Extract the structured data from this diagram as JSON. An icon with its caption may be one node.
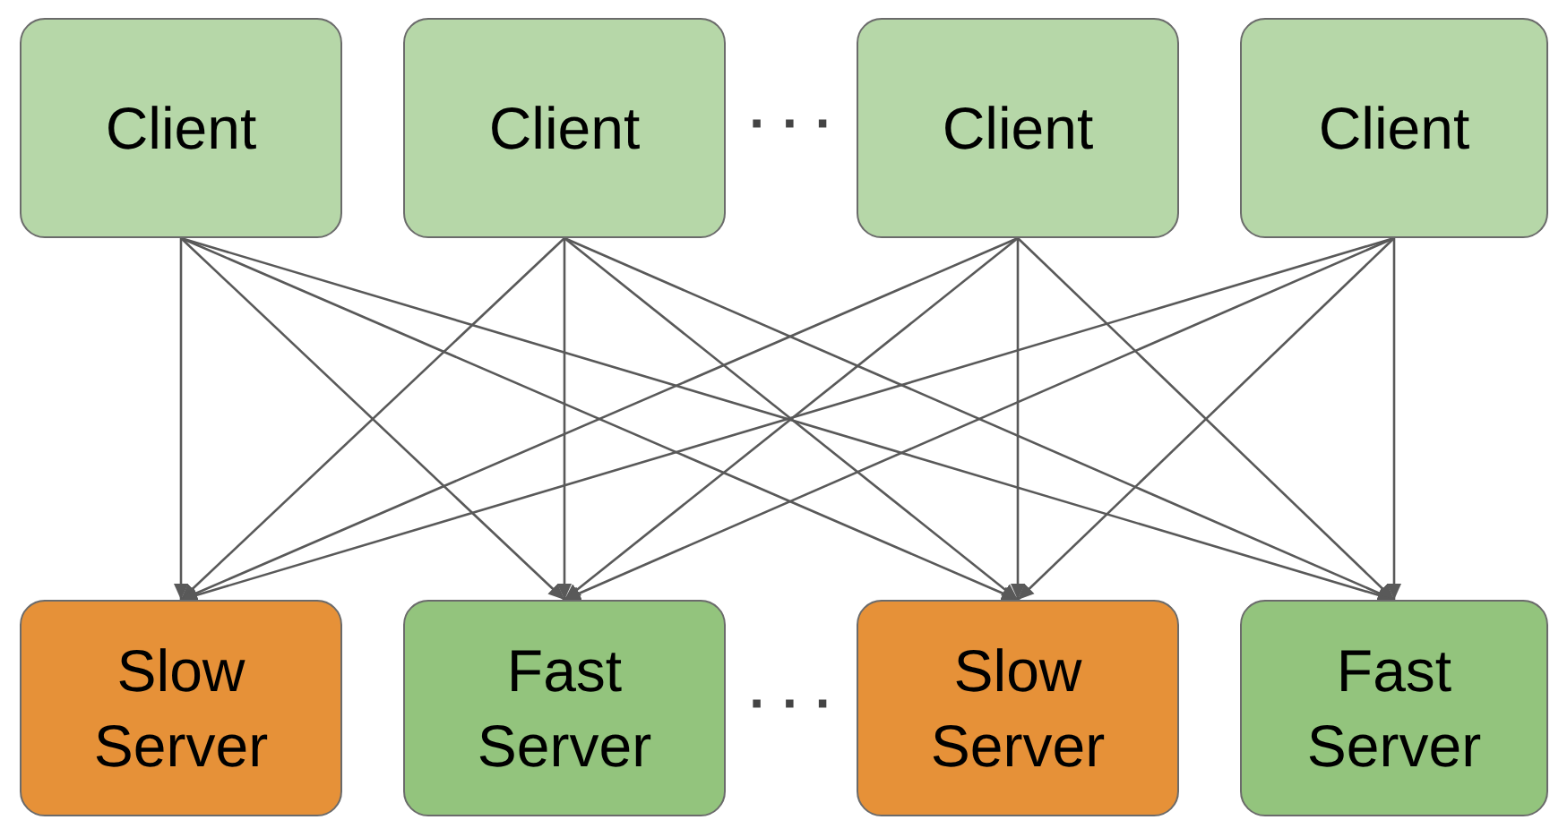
{
  "diagram": {
    "nodes": [
      {
        "text": [
          "Client"
        ]
      },
      {
        "text": [
          "Client"
        ]
      },
      {
        "text": [
          "Client"
        ]
      },
      {
        "text": [
          "Client"
        ]
      },
      {
        "text": [
          "Slow Server"
        ]
      },
      {
        "text": [
          "Fast Server"
        ]
      },
      {
        "text": [
          "Slow Server"
        ]
      },
      {
        "text": [
          "Fast Server"
        ]
      }
    ],
    "edges": [
      {
        "from": 0,
        "to": 4,
        "arrow": "to"
      },
      {
        "from": 0,
        "to": 5,
        "arrow": "to"
      },
      {
        "from": 0,
        "to": 6,
        "arrow": "to"
      },
      {
        "from": 0,
        "to": 7,
        "arrow": "to"
      },
      {
        "from": 1,
        "to": 4,
        "arrow": "to"
      },
      {
        "from": 1,
        "to": 5,
        "arrow": "to"
      },
      {
        "from": 1,
        "to": 6,
        "arrow": "to"
      },
      {
        "from": 1,
        "to": 7,
        "arrow": "to"
      },
      {
        "from": 2,
        "to": 4,
        "arrow": "to"
      },
      {
        "from": 2,
        "to": 5,
        "arrow": "to"
      },
      {
        "from": 2,
        "to": 6,
        "arrow": "to"
      },
      {
        "from": 2,
        "to": 7,
        "arrow": "to"
      },
      {
        "from": 3,
        "to": 4,
        "arrow": "to"
      },
      {
        "from": 3,
        "to": 5,
        "arrow": "to"
      },
      {
        "from": 3,
        "to": 6,
        "arrow": "to"
      },
      {
        "from": 3,
        "to": 7,
        "arrow": "to"
      }
    ],
    "labels": [
      "· · ·",
      "· · ·"
    ]
  }
}
